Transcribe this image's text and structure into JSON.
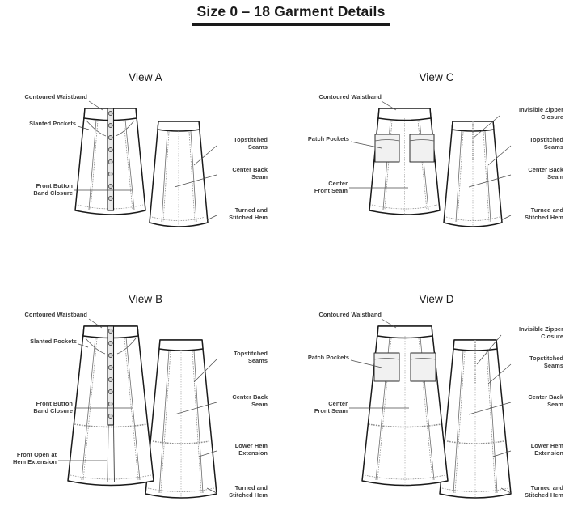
{
  "document": {
    "title": "Size 0 – 18 Garment Details",
    "background_color": "#ffffff",
    "text_color": "#231f20",
    "label_color": "#3a3a3a",
    "line_color": "#1a1a1a"
  },
  "views": [
    {
      "id": "view-a",
      "heading": "View A",
      "garment": "A-line button-front skirt, knee length",
      "labels_left": [
        {
          "text": "Contoured Waistband",
          "lines": [
            "Contoured Waistband"
          ]
        },
        {
          "text": "Slanted Pockets",
          "lines": [
            "Slanted Pockets"
          ]
        },
        {
          "text": "Front Button Band Closure",
          "lines": [
            "Front Button",
            "Band Closure"
          ]
        }
      ],
      "labels_right": [
        {
          "text": "Topstitched Seams",
          "lines": [
            "Topstitched",
            "Seams"
          ]
        },
        {
          "text": "Center Back Seam",
          "lines": [
            "Center Back",
            "Seam"
          ]
        },
        {
          "text": "Turned and Stitched Hem",
          "lines": [
            "Turned and",
            "Stitched Hem"
          ]
        }
      ]
    },
    {
      "id": "view-c",
      "heading": "View C",
      "garment": "A-line patch-pocket skirt with invisible zipper, knee length",
      "labels_left": [
        {
          "text": "Contoured Waistband",
          "lines": [
            "Contoured Waistband"
          ]
        },
        {
          "text": "Patch Pockets",
          "lines": [
            "Patch Pockets"
          ]
        },
        {
          "text": "Center Front Seam",
          "lines": [
            "Center",
            "Front Seam"
          ]
        }
      ],
      "labels_right": [
        {
          "text": "Invisible Zipper Closure",
          "lines": [
            "Invisible Zipper",
            "Closure"
          ]
        },
        {
          "text": "Topstitched Seams",
          "lines": [
            "Topstitched",
            "Seams"
          ]
        },
        {
          "text": "Center Back Seam",
          "lines": [
            "Center Back",
            "Seam"
          ]
        },
        {
          "text": "Turned and Stitched Hem",
          "lines": [
            "Turned and",
            "Stitched Hem"
          ]
        }
      ]
    },
    {
      "id": "view-b",
      "heading": "View B",
      "garment": "Maxi button-front skirt with lower hem extension",
      "labels_left": [
        {
          "text": "Contoured Waistband",
          "lines": [
            "Contoured Waistband"
          ]
        },
        {
          "text": "Slanted Pockets",
          "lines": [
            "Slanted Pockets"
          ]
        },
        {
          "text": "Front Button Band Closure",
          "lines": [
            "Front Button",
            "Band Closure"
          ]
        },
        {
          "text": "Front Open at Hem Extension",
          "lines": [
            "Front Open at",
            "Hem Extension"
          ]
        }
      ],
      "labels_right": [
        {
          "text": "Topstitched Seams",
          "lines": [
            "Topstitched",
            "Seams"
          ]
        },
        {
          "text": "Center Back Seam",
          "lines": [
            "Center Back",
            "Seam"
          ]
        },
        {
          "text": "Lower Hem Extension",
          "lines": [
            "Lower Hem",
            "Extension"
          ]
        },
        {
          "text": "Turned and Stitched Hem",
          "lines": [
            "Turned and",
            "Stitched Hem"
          ]
        }
      ]
    },
    {
      "id": "view-d",
      "heading": "View D",
      "garment": "Maxi patch-pocket skirt with invisible zipper and lower hem extension",
      "labels_left": [
        {
          "text": "Contoured Waistband",
          "lines": [
            "Contoured Waistband"
          ]
        },
        {
          "text": "Patch Pockets",
          "lines": [
            "Patch Pockets"
          ]
        },
        {
          "text": "Center Front Seam",
          "lines": [
            "Center",
            "Front Seam"
          ]
        }
      ],
      "labels_right": [
        {
          "text": "Invisible Zipper Closure",
          "lines": [
            "Invisible Zipper",
            "Closure"
          ]
        },
        {
          "text": "Topstitched Seams",
          "lines": [
            "Topstitched",
            "Seams"
          ]
        },
        {
          "text": "Center Back Seam",
          "lines": [
            "Center Back",
            "Seam"
          ]
        },
        {
          "text": "Lower Hem Extension",
          "lines": [
            "Lower Hem",
            "Extension"
          ]
        },
        {
          "text": "Turned and Stitched Hem",
          "lines": [
            "Turned and",
            "Stitched Hem"
          ]
        }
      ]
    }
  ]
}
